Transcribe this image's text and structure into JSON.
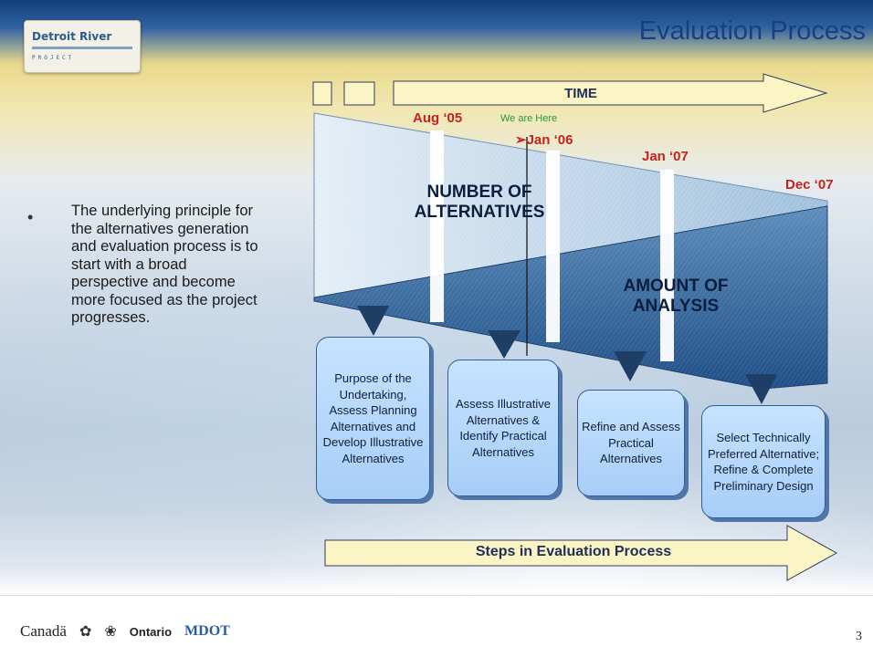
{
  "header": {
    "logo": {
      "line1": "Detroit River",
      "line2": "PROJECT"
    },
    "title": "Evaluation Process"
  },
  "bullet": {
    "marker": "•",
    "text": "The underlying principle for the alternatives generation and evaluation process is to start with a broad perspective and become more focused as the project progresses."
  },
  "diagram": {
    "time_label": "TIME",
    "here_label": "We are Here",
    "dates": [
      "Aug ‘05",
      "➢Jan ‘06",
      "Jan ‘07",
      "Dec ‘07"
    ],
    "number_label": "NUMBER OF ALTERNATIVES",
    "analysis_label": "AMOUNT OF ANALYSIS",
    "steps": [
      "Purpose of the Undertaking, Assess Planning Alternatives and Develop Illustrative Alternatives",
      "Assess Illustrative Alternatives & Identify Practical Alternatives",
      "Refine and Assess Practical Alternatives",
      "Select Technically Preferred Alternative; Refine & Complete Preliminary Design"
    ],
    "steps_label": "Steps in Evaluation Process",
    "colors": {
      "arrow_fill": "#fbf5c6",
      "number_wedge": "#c7dbea",
      "analysis_wedge": "#3c6d9e",
      "date_red": "#c3241c",
      "here_green": "#1f9a43",
      "step_box": "#b3d6fb"
    }
  },
  "footer": {
    "canada": "Canadä",
    "ontario": "Ontario",
    "mdot": "MDOT",
    "page_number": "3"
  }
}
